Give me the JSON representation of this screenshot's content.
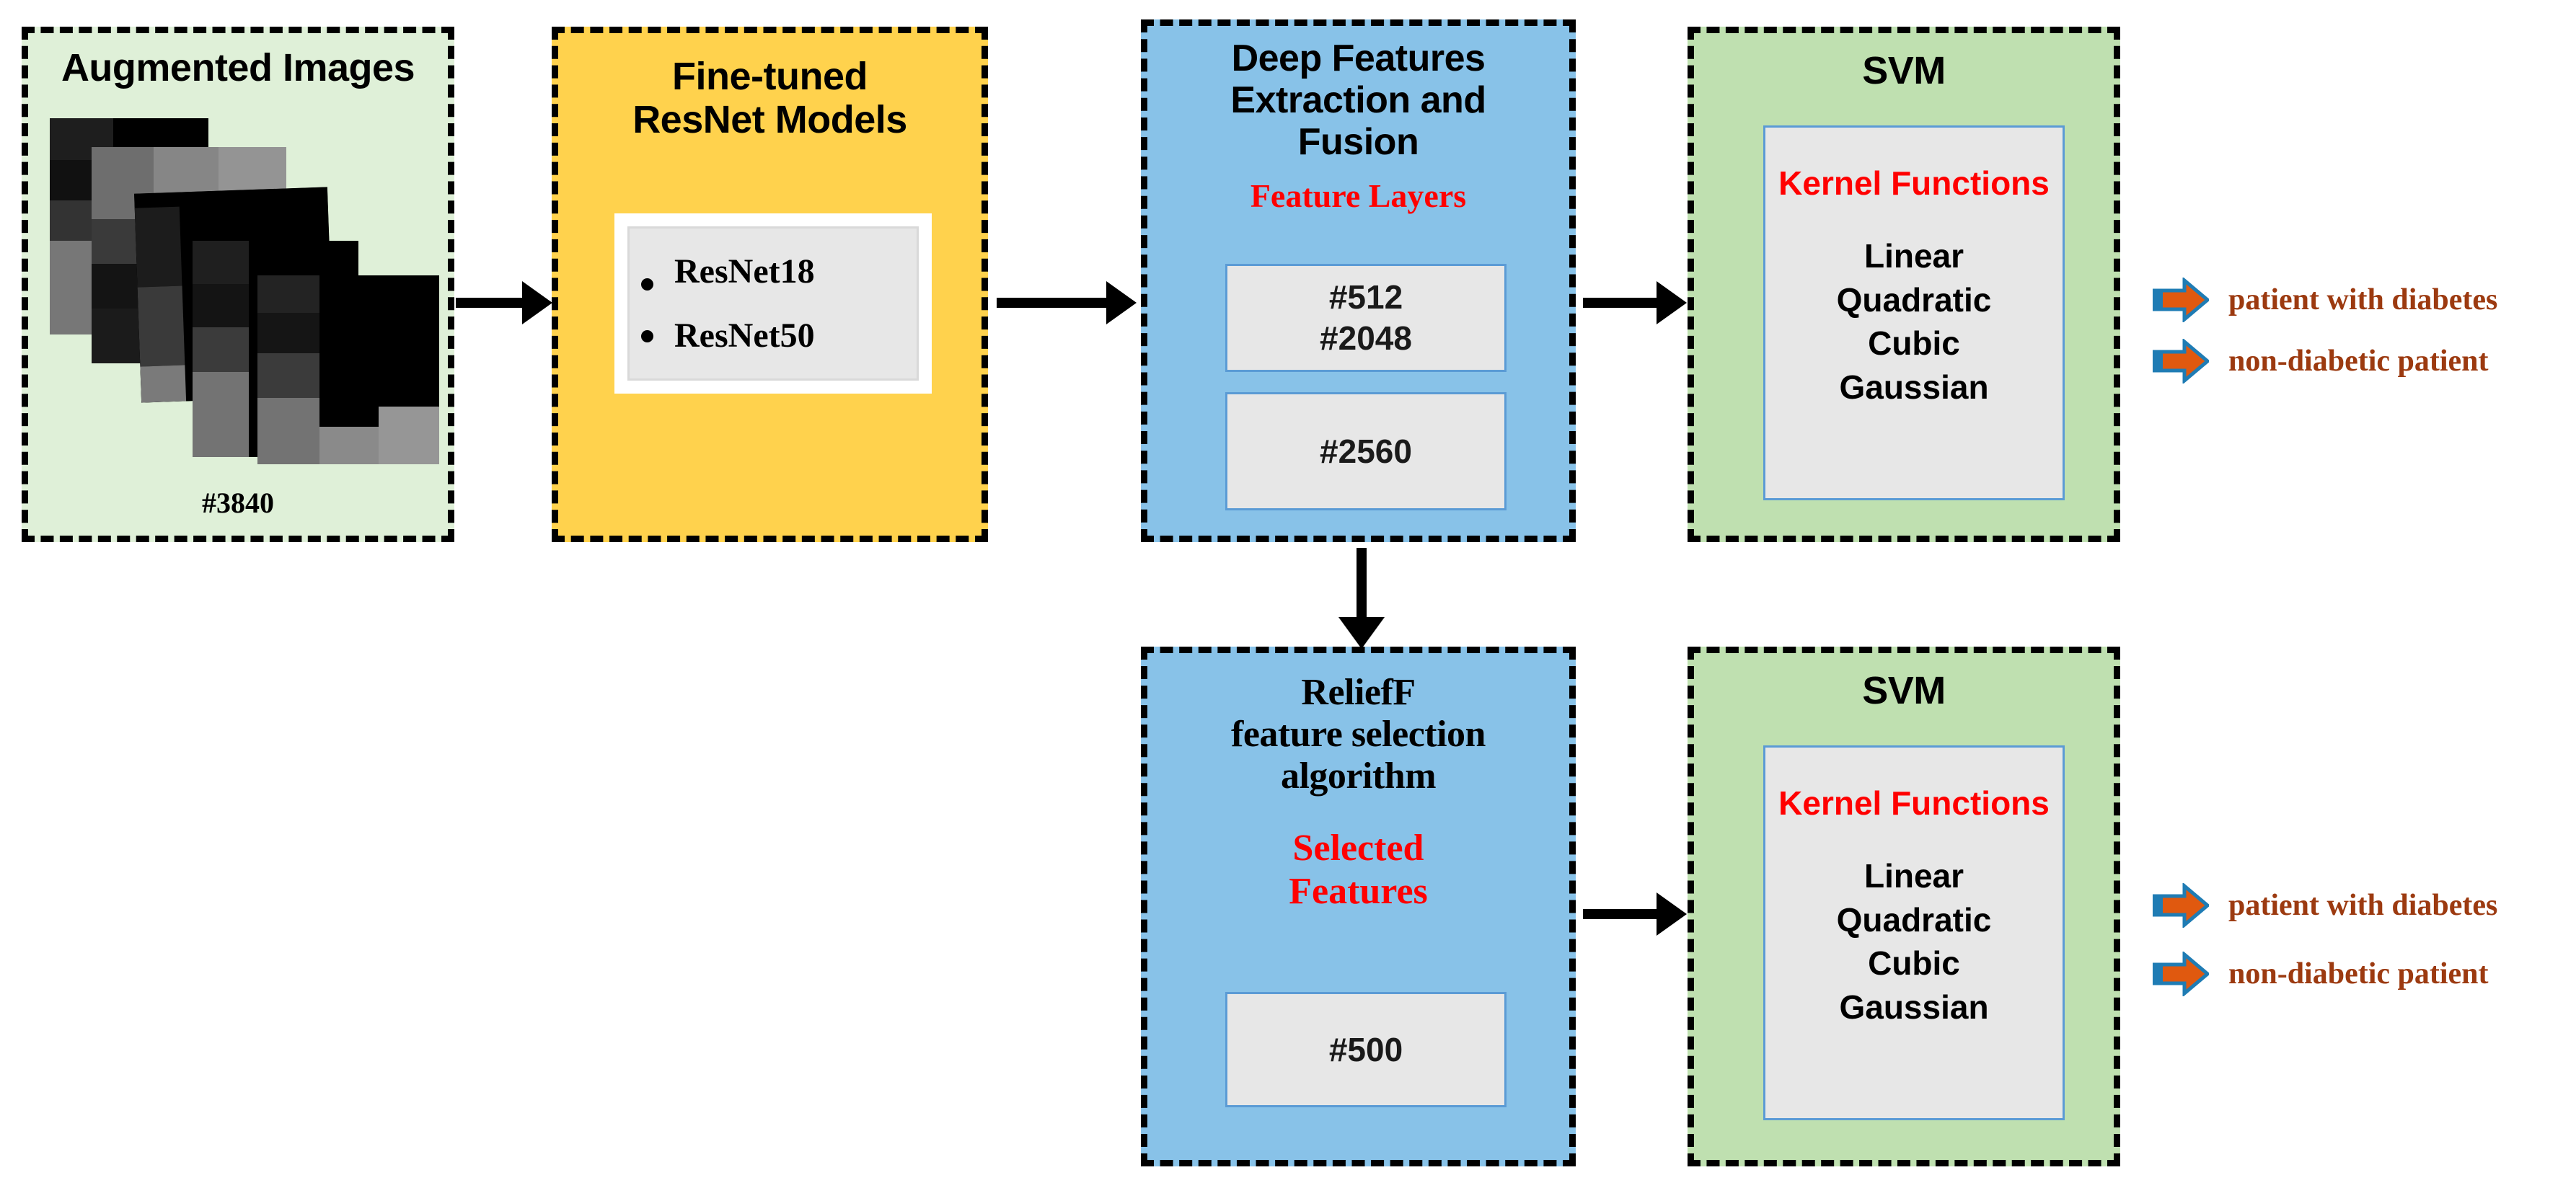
{
  "diagram": {
    "title": "Deep feature extraction and SVM classification pipeline for diabetes detection",
    "colors": {
      "box_augmented": "#dff0d8",
      "box_resnet": "#ffd24d",
      "box_features": "#88c2e8",
      "box_svm": "#bfe0b0",
      "panel": "#e7e7e7",
      "panel_border": "#5b9bd5",
      "accent_red": "#ff0000",
      "arrow_fill": "#e0590f",
      "arrow_outline": "#1f7cb4",
      "output_text": "#9c3a10",
      "connector": "#000000"
    }
  },
  "stages": {
    "augmented_images": {
      "title": "Augmented Images",
      "count_label": "#3840",
      "image_count": 5
    },
    "resnet_models": {
      "title_line1": "Fine-tuned",
      "title_line2": "ResNet  Models",
      "models": [
        "ResNet18",
        "ResNet50"
      ]
    },
    "deep_features": {
      "title_line1": "Deep Features",
      "title_line2": "Extraction and",
      "title_line3": "Fusion",
      "subheading": "Feature Layers",
      "panel_top_lines": [
        "#512",
        "#2048"
      ],
      "panel_bottom_lines": [
        "#2560"
      ]
    },
    "svm_top": {
      "title": "SVM",
      "subheading": "Kernel Functions",
      "kernels": [
        "Linear",
        "Quadratic",
        "Cubic",
        "Gaussian"
      ]
    },
    "relieff": {
      "title_line1": "ReliefF",
      "title_line2": "feature selection",
      "title_line3": "algorithm",
      "subheading_line1": "Selected",
      "subheading_line2": "Features",
      "panel_lines": [
        "#500"
      ]
    },
    "svm_bottom": {
      "title": "SVM",
      "subheading": "Kernel Functions",
      "kernels": [
        "Linear",
        "Quadratic",
        "Cubic",
        "Gaussian"
      ]
    }
  },
  "outputs": {
    "top": [
      {
        "label": "patient with diabetes"
      },
      {
        "label": "non-diabetic patient"
      }
    ],
    "bottom": [
      {
        "label": "patient with diabetes"
      },
      {
        "label": "non-diabetic patient"
      }
    ]
  }
}
